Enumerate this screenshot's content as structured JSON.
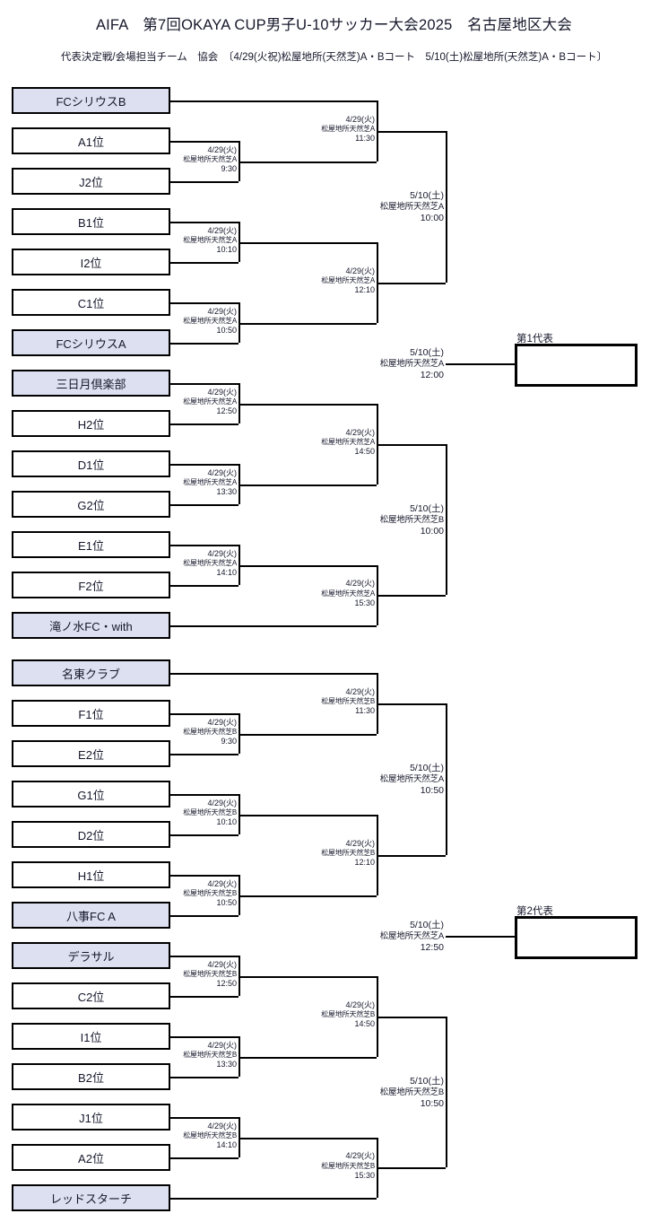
{
  "header": {
    "title": "AIFA　第7回OKAYA CUP男子U-10サッカー大会2025　名古屋地区大会",
    "subtitle": "代表決定戦/会場担当チーム　協会　〔4/29(火祝)松屋地所(天然芝)A・Bコート　5/10(土)松屋地所(天然芝)A・Bコート〕"
  },
  "teams_top": [
    {
      "name": "FCシリウスB",
      "shaded": true
    },
    {
      "name": "A1位",
      "shaded": false
    },
    {
      "name": "J2位",
      "shaded": false
    },
    {
      "name": "B1位",
      "shaded": false
    },
    {
      "name": "I2位",
      "shaded": false
    },
    {
      "name": "C1位",
      "shaded": false
    },
    {
      "name": "FCシリウスA",
      "shaded": true
    },
    {
      "name": "三日月倶楽部",
      "shaded": true
    },
    {
      "name": "H2位",
      "shaded": false
    },
    {
      "name": "D1位",
      "shaded": false
    },
    {
      "name": "G2位",
      "shaded": false
    },
    {
      "name": "E1位",
      "shaded": false
    },
    {
      "name": "F2位",
      "shaded": false
    },
    {
      "name": "滝ノ水FC・with",
      "shaded": true
    }
  ],
  "teams_bottom": [
    {
      "name": "名東クラブ",
      "shaded": true
    },
    {
      "name": "F1位",
      "shaded": false
    },
    {
      "name": "E2位",
      "shaded": false
    },
    {
      "name": "G1位",
      "shaded": false
    },
    {
      "name": "D2位",
      "shaded": false
    },
    {
      "name": "H1位",
      "shaded": false
    },
    {
      "name": "八事FC A",
      "shaded": true
    },
    {
      "name": "デラサル",
      "shaded": true
    },
    {
      "name": "C2位",
      "shaded": false
    },
    {
      "name": "I1位",
      "shaded": false
    },
    {
      "name": "B2位",
      "shaded": false
    },
    {
      "name": "J1位",
      "shaded": false
    },
    {
      "name": "A2位",
      "shaded": false
    },
    {
      "name": "レッドスターチ",
      "shaded": true
    }
  ],
  "round1_top": [
    {
      "date": "4/29(火)",
      "venue": "松屋地所天然芝A",
      "time": "9:30"
    },
    {
      "date": "4/29(火)",
      "venue": "松屋地所天然芝A",
      "time": "10:10"
    },
    {
      "date": "4/29(火)",
      "venue": "松屋地所天然芝A",
      "time": "10:50"
    },
    {
      "date": "4/29(火)",
      "venue": "松屋地所天然芝A",
      "time": "12:50"
    },
    {
      "date": "4/29(火)",
      "venue": "松屋地所天然芝A",
      "time": "13:30"
    },
    {
      "date": "4/29(火)",
      "venue": "松屋地所天然芝A",
      "time": "14:10"
    }
  ],
  "round1_bottom": [
    {
      "date": "4/29(火)",
      "venue": "松屋地所天然芝B",
      "time": "9:30"
    },
    {
      "date": "4/29(火)",
      "venue": "松屋地所天然芝B",
      "time": "10:10"
    },
    {
      "date": "4/29(火)",
      "venue": "松屋地所天然芝B",
      "time": "10:50"
    },
    {
      "date": "4/29(火)",
      "venue": "松屋地所天然芝B",
      "time": "12:50"
    },
    {
      "date": "4/29(火)",
      "venue": "松屋地所天然芝B",
      "time": "13:30"
    },
    {
      "date": "4/29(火)",
      "venue": "松屋地所天然芝B",
      "time": "14:10"
    }
  ],
  "round2_top": [
    {
      "date": "4/29(火)",
      "venue": "松屋地所天然芝A",
      "time": "11:30"
    },
    {
      "date": "4/29(火)",
      "venue": "松屋地所天然芝A",
      "time": "12:10"
    },
    {
      "date": "4/29(火)",
      "venue": "松屋地所天然芝A",
      "time": "14:50"
    },
    {
      "date": "4/29(火)",
      "venue": "松屋地所天然芝A",
      "time": "15:30"
    }
  ],
  "round2_bottom": [
    {
      "date": "4/29(火)",
      "venue": "松屋地所天然芝B",
      "time": "11:30"
    },
    {
      "date": "4/29(火)",
      "venue": "松屋地所天然芝B",
      "time": "12:10"
    },
    {
      "date": "4/29(火)",
      "venue": "松屋地所天然芝B",
      "time": "14:50"
    },
    {
      "date": "4/29(火)",
      "venue": "松屋地所天然芝B",
      "time": "15:30"
    }
  ],
  "semis_top": [
    {
      "date": "5/10(土)",
      "venue": "松屋地所天然芝A",
      "time": "10:00"
    },
    {
      "date": "5/10(土)",
      "venue": "松屋地所天然芝B",
      "time": "10:00"
    }
  ],
  "semis_bottom": [
    {
      "date": "5/10(土)",
      "venue": "松屋地所天然芝A",
      "time": "10:50"
    },
    {
      "date": "5/10(土)",
      "venue": "松屋地所天然芝B",
      "time": "10:50"
    }
  ],
  "finals": [
    {
      "date": "5/10(土)",
      "venue": "松屋地所天然芝A",
      "time": "12:00"
    },
    {
      "date": "5/10(土)",
      "venue": "松屋地所天然芝A",
      "time": "12:50"
    }
  ],
  "representatives": [
    {
      "label": "第1代表"
    },
    {
      "label": "第2代表"
    }
  ],
  "colors": {
    "shaded_box": "#dce0f0",
    "line": "#000000",
    "text": "#16182b"
  }
}
